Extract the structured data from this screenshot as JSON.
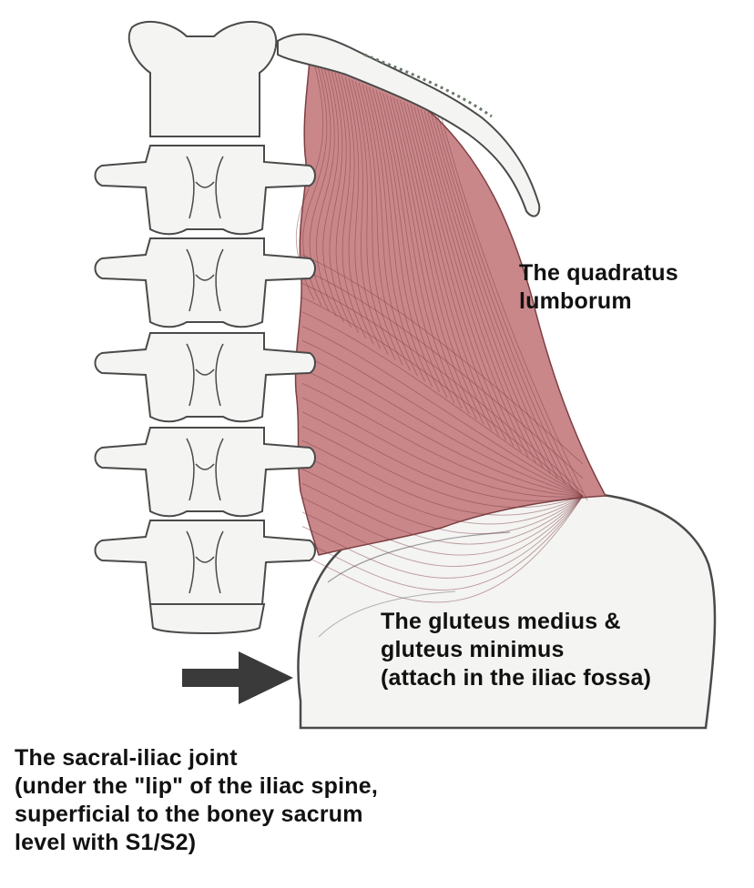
{
  "labels": {
    "quadratus_lumborum": [
      "The quadratus",
      "lumborum"
    ],
    "gluteus": [
      "The gluteus medius &",
      "gluteus minimus",
      "(attach in the iliac fossa)"
    ],
    "sacral_iliac": [
      "The sacral-iliac joint",
      "(under the \"lip\" of the iliac spine,",
      "superficial to the boney sacrum",
      "level with S1/S2)"
    ]
  },
  "colors": {
    "bone_fill": "#f4f4f2",
    "bone_outline": "#4a4a4a",
    "muscle_fill": "#c9878a",
    "muscle_fiber": "#7d3f43",
    "arrow": "#3a3a3a",
    "text": "#111111"
  },
  "icons": {
    "pointer": "arrow-right-icon"
  }
}
